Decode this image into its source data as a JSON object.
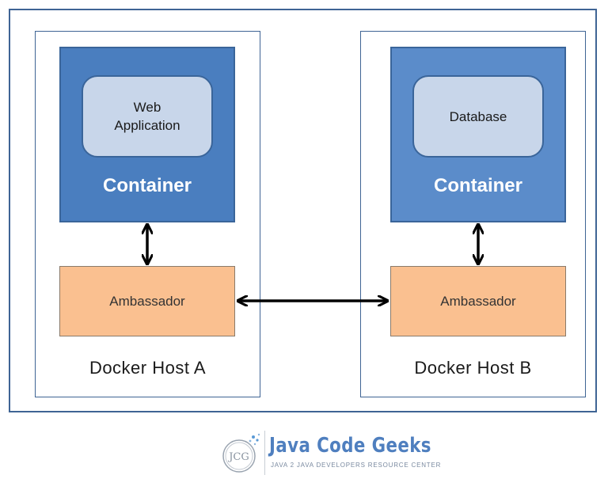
{
  "hosts": [
    {
      "label": "Docker Host A",
      "app": "Web\nApplication",
      "container": "Container",
      "ambassador": "Ambassador"
    },
    {
      "label": "Docker Host B",
      "app": "Database",
      "container": "Container",
      "ambassador": "Ambassador"
    }
  ],
  "logo": {
    "title": "Java Code Geeks",
    "subtitle": "JAVA 2 JAVA DEVELOPERS RESOURCE CENTER",
    "mark": "JCG"
  },
  "colors": {
    "container": "#4f81bd",
    "app_box": "#c8d6ea",
    "ambassador": "#fac090",
    "frame": "#3f6494"
  }
}
